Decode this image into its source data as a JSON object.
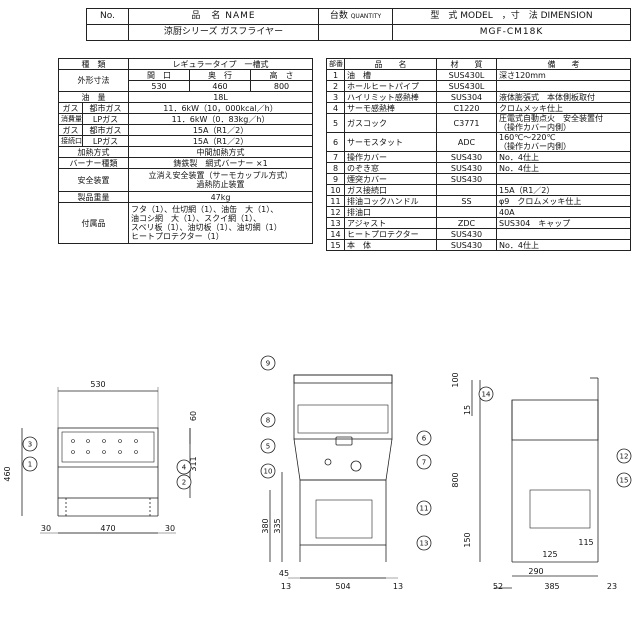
{
  "title_block": {
    "no_label": "No.",
    "name_label": "品　名 NAME",
    "qty_label": "台数",
    "qty_label_en": "QUANTITY",
    "model_label": "型　式 MODEL",
    "dim_label": "，寸　法 DIMENSION",
    "name_value": "涼厨シリーズ ガスフライヤー",
    "model_value": "MGF-CM18K"
  },
  "spec": {
    "type_label": "種　類",
    "type_value": "レギュラータイプ　一槽式",
    "size_label": "外形寸法",
    "size_cols": [
      "間　口",
      "奥　行",
      "高　さ"
    ],
    "size_values": [
      "530",
      "460",
      "800"
    ],
    "oil_label": "油　量",
    "oil_value": "18L",
    "gas_label": "ガス",
    "consume_label": "消費量",
    "city_gas": "都市ガス",
    "lp_gas": "LPガス",
    "consume_city": "11．6kW（10，000kcal／h）",
    "consume_lp": "11．6kW（0．83kg／h）",
    "connect_label": "接続口",
    "connect_city": "15A（R1／2）",
    "connect_lp": "15A（R1／2）",
    "heat_label": "加熱方式",
    "heat_value": "中間加熱方式",
    "burner_label": "バーナー種類",
    "burner_value": "鋳鉄製　網式バーナー ×1",
    "safety_label": "安全装置",
    "safety_values": [
      "立消え安全装置（サーモカップル方式）",
      "過熱防止装置"
    ],
    "weight_label": "製品重量",
    "weight_value": "47kg",
    "acc_label": "付属品",
    "acc_values": [
      "フタ（1）、仕切網（1）、油缶　大（1）、",
      "油コシ網　大（1）、スクイ網（1）、",
      "スベリ板（1）、油切板（1）、油切網（1）",
      "ヒートプロテクター（1）"
    ]
  },
  "parts": {
    "headers": [
      "部番",
      "品　　名",
      "材　　質",
      "備　　考"
    ],
    "rows": [
      [
        "1",
        "油　槽",
        "SUS430L",
        "深さ120mm"
      ],
      [
        "2",
        "ホールヒートパイプ",
        "SUS430L",
        ""
      ],
      [
        "3",
        "ハイリミット感熱棒",
        "SUS304",
        "液体膨張式　本体側板取付"
      ],
      [
        "4",
        "サーモ感熱棒",
        "C1220",
        "クロムメッキ仕上"
      ],
      [
        "5",
        "ガスコック",
        "C3771",
        "圧電式自動点火　安全装置付|（操作カバー内側）"
      ],
      [
        "6",
        "サーモスタット",
        "ADC",
        "160℃～220℃|（操作カバー内側）"
      ],
      [
        "7",
        "操作カバー",
        "SUS430",
        "No．4仕上"
      ],
      [
        "8",
        "のぞき窓",
        "SUS430",
        "No．4仕上"
      ],
      [
        "9",
        "煙突カバー",
        "SUS430",
        ""
      ],
      [
        "10",
        "ガス接続口",
        "",
        "15A（R1／2）"
      ],
      [
        "11",
        "排油コックハンドル",
        "SS",
        "φ9　クロムメッキ仕上"
      ],
      [
        "12",
        "排油口",
        "",
        "40A"
      ],
      [
        "13",
        "アジャスト",
        "ZDC",
        "SUS304　キャップ"
      ],
      [
        "14",
        "ヒートプロテクター",
        "SUS430",
        ""
      ],
      [
        "15",
        "本　体",
        "SUS430",
        "No．4仕上"
      ]
    ]
  },
  "drawing": {
    "front": {
      "width": "530",
      "height": "460",
      "d60": "60",
      "d311": "311",
      "d30a": "30",
      "d470": "470",
      "d30b": "30",
      "callouts": [
        "3",
        "1",
        "4",
        "2"
      ]
    },
    "middle": {
      "d380": "380",
      "d335": "335",
      "d45": "45",
      "d13a": "13",
      "d504": "504",
      "d13b": "13",
      "callouts": [
        "9",
        "8",
        "5",
        "6",
        "7",
        "10",
        "11",
        "13"
      ]
    },
    "side": {
      "d100": "100",
      "d15": "15",
      "d800": "800",
      "d150": "150",
      "d115": "115",
      "d125": "125",
      "d290": "290",
      "d52": "52",
      "d385": "385",
      "d23": "23",
      "callouts": [
        "14",
        "12",
        "15"
      ]
    }
  }
}
